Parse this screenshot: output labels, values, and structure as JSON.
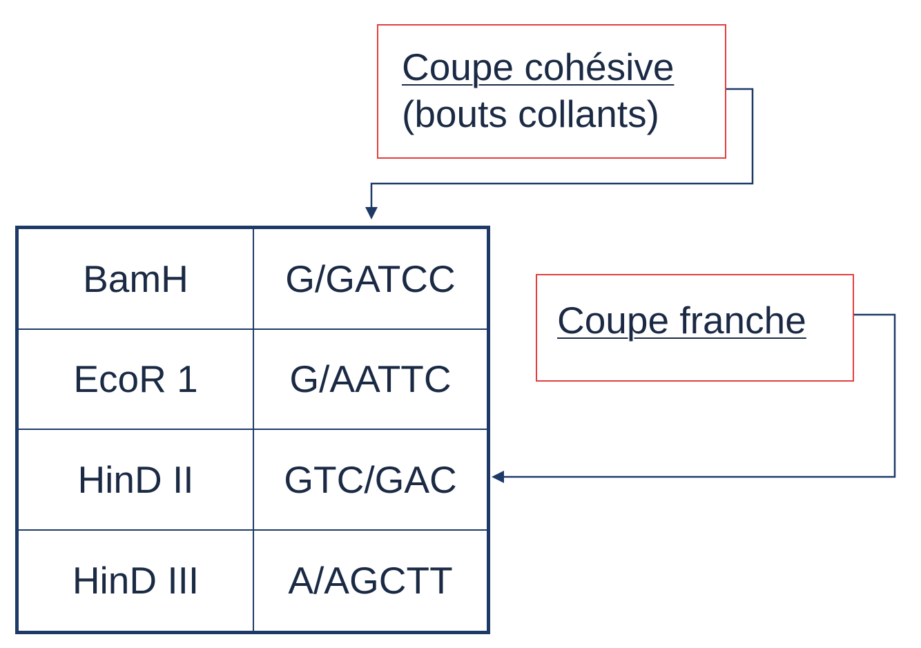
{
  "callouts": {
    "cohesive": {
      "title": "Coupe cohésive",
      "subtitle": "(bouts collants)"
    },
    "blunt": {
      "title": "Coupe franche"
    }
  },
  "enzyme_table": {
    "rows": [
      {
        "enzyme": "BamH",
        "site": "G/GATCC"
      },
      {
        "enzyme": "EcoR 1",
        "site": "G/AATTC"
      },
      {
        "enzyme": "HinD II",
        "site": "GTC/GAC"
      },
      {
        "enzyme": "HinD III",
        "site": "A/AGCTT"
      }
    ]
  },
  "colors": {
    "callout_border": "#e53b3b",
    "table_border": "#1d3a66",
    "connector": "#1d3a66",
    "text": "#1b2a44"
  }
}
